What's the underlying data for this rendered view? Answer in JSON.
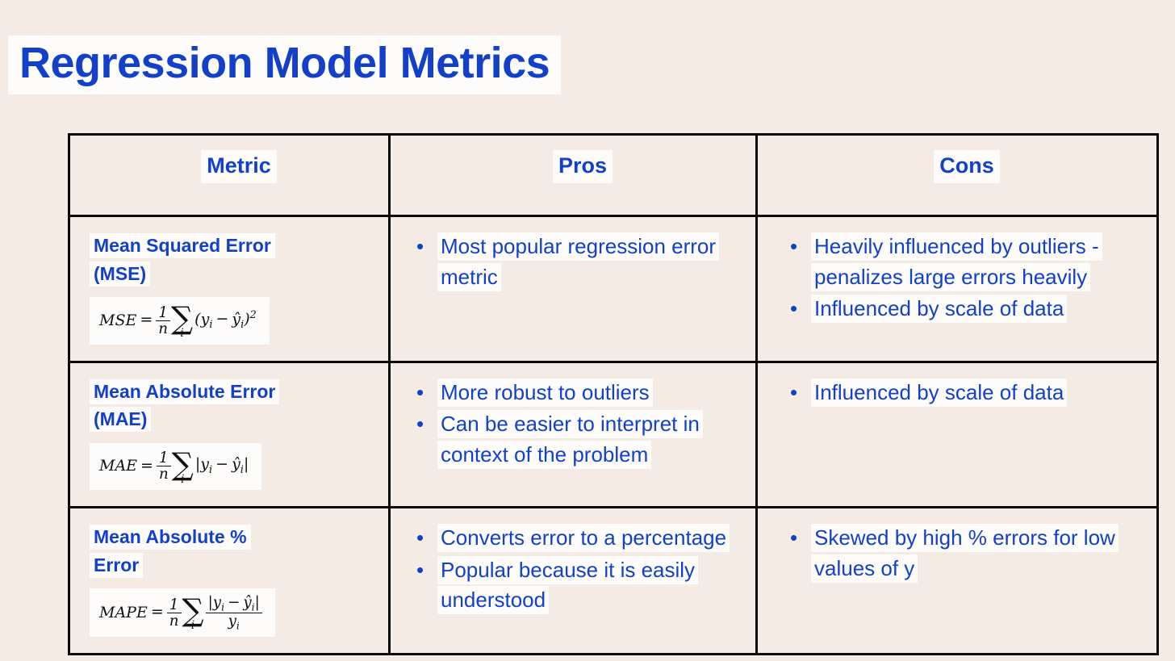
{
  "slide": {
    "title": "Regression Model Metrics",
    "background_color": "#F5EBE5",
    "accent_color": "#1340C8",
    "highlight_color": "#FEFCFB",
    "border_color": "#0A0A0A"
  },
  "table": {
    "headers": [
      "Metric",
      "Pros",
      "Cons"
    ],
    "rows": [
      {
        "metric_name_line1": "Mean Squared Error",
        "metric_name_line2": "(MSE)",
        "formula_label": "MSE",
        "formula_text": "MSE = (1/n) Σᵢ (yᵢ − ŷᵢ)²",
        "pros": [
          "Most popular regression error metric"
        ],
        "cons": [
          "Heavily influenced by outliers - penalizes large errors heavily",
          "Influenced by scale of data"
        ]
      },
      {
        "metric_name_line1": "Mean Absolute Error",
        "metric_name_line2": "(MAE)",
        "formula_label": "MAE",
        "formula_text": "MAE = (1/n) Σᵢ |yᵢ − ŷᵢ|",
        "pros": [
          "More robust to outliers",
          "Can be easier to interpret in context of the problem"
        ],
        "cons": [
          " Influenced by scale of data"
        ]
      },
      {
        "metric_name_line1": "Mean Absolute %",
        "metric_name_line2": "Error",
        "formula_label": "MAPE",
        "formula_text": "MAPE = (1/n) Σᵢ |yᵢ − ŷᵢ| / yᵢ",
        "pros": [
          "Converts error to a percentage",
          "Popular because it is easily understood"
        ],
        "cons": [
          "Skewed by high % errors for low values of y"
        ]
      }
    ]
  },
  "formula_parts": {
    "mse": {
      "lhs": "MSE",
      "eq": "=",
      "num": "1",
      "den": "n",
      "sigma": "∑",
      "sigma_sub": "i",
      "body_open": "(y",
      "body_sub1": "i",
      "minus": "−",
      "body_hat": "ŷ",
      "body_sub2": "i",
      "body_close": ")",
      "power": "2"
    },
    "mae": {
      "lhs": "MAE",
      "eq": "=",
      "num": "1",
      "den": "n",
      "sigma": "∑",
      "sigma_sub": "i",
      "bar_open": "|y",
      "body_sub1": "i",
      "minus": "−",
      "body_hat": "ŷ",
      "body_sub2": "i",
      "bar_close": "|"
    },
    "mape": {
      "lhs": "MAPE",
      "eq": "=",
      "num": "1",
      "den": "n",
      "sigma": "∑",
      "sigma_sub": "i",
      "frac_num_open": "|y",
      "body_sub1": "i",
      "minus": "−",
      "body_hat": "ŷ",
      "body_sub2": "i",
      "frac_num_close": "|",
      "frac_den": "y",
      "frac_den_sub": "i"
    }
  }
}
